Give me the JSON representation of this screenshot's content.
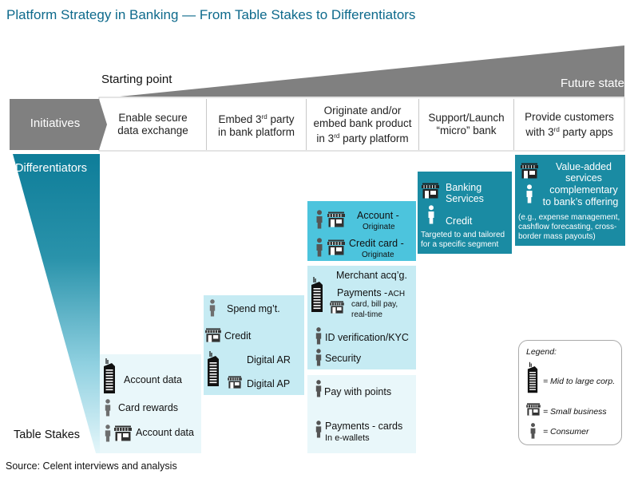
{
  "title": "Platform Strategy in Banking — From Table Stakes to Differentiators",
  "progression": {
    "start_label": "Starting point",
    "end_label": "Future state"
  },
  "colors": {
    "title": "#0e6a8c",
    "wedge_gray": "#808080",
    "teal_dark": "#1a8ba3",
    "cyan": "#4cc4dd",
    "light": "#c6ebf3",
    "lightest": "#e9f7fa"
  },
  "axis": {
    "row_label": "Initiatives",
    "top_label": "Differentiators",
    "bottom_label": "Table Stakes"
  },
  "initiatives": [
    {
      "line1": "Enable secure",
      "line2": "data exchange"
    },
    {
      "line1_pre": "Embed 3",
      "line1_sup": "rd",
      "line1_post": " party",
      "line2": "in bank platform"
    },
    {
      "line1": "Originate and/or",
      "line2": "embed bank product",
      "line3_pre": "in 3",
      "line3_sup": "rd",
      "line3_post": " party platform"
    },
    {
      "line1": "Support/Launch",
      "line2": "“micro” bank"
    },
    {
      "line1": "Provide customers",
      "line2_pre": "with 3",
      "line2_sup": "rd",
      "line2_post": " party apps"
    }
  ],
  "col1": {
    "items": [
      "Account data",
      "Card rewards",
      "Account data"
    ],
    "icons": [
      [
        "mid-large-corp"
      ],
      [
        "consumer"
      ],
      [
        "consumer",
        "small-business"
      ]
    ]
  },
  "col2": {
    "items": [
      "Spend mg’t.",
      "Credit",
      "Digital AR",
      "Digital AP"
    ],
    "icons": [
      [
        "consumer"
      ],
      [
        "small-business"
      ],
      [
        "mid-large-corp"
      ],
      [
        "small-business"
      ]
    ]
  },
  "col3_bottom": {
    "items": [
      "Pay with points",
      "Payments - cards",
      "In e-wallets"
    ]
  },
  "col3_mid": {
    "items": [
      "Merchant acq’g.",
      "Payments -",
      "ACH",
      "card, bill pay,",
      "real-time",
      "ID verification/KYC",
      "Security"
    ]
  },
  "col3_top": {
    "items": [
      {
        "main": "Account -",
        "sub": "Originate"
      },
      {
        "main": "Credit card -",
        "sub": "Originate"
      }
    ]
  },
  "col4": {
    "items": [
      "Banking",
      "Services",
      "Credit"
    ],
    "note": [
      "Targeted to and tailored",
      "for a specific segment"
    ]
  },
  "col5": {
    "lines": [
      "Value-added",
      "services",
      "complementary",
      "to bank’s offering"
    ],
    "note": [
      "(e.g., expense management,",
      "cashflow forecasting, cross-",
      "border mass payouts)"
    ]
  },
  "legend": {
    "title": "Legend:",
    "items": [
      {
        "icon": "building-icon",
        "label": "= Mid to large corp."
      },
      {
        "icon": "storefront-icon",
        "label": "= Small business"
      },
      {
        "icon": "person-icon",
        "label": "= Consumer"
      }
    ]
  },
  "source": "Source: Celent interviews and analysis"
}
